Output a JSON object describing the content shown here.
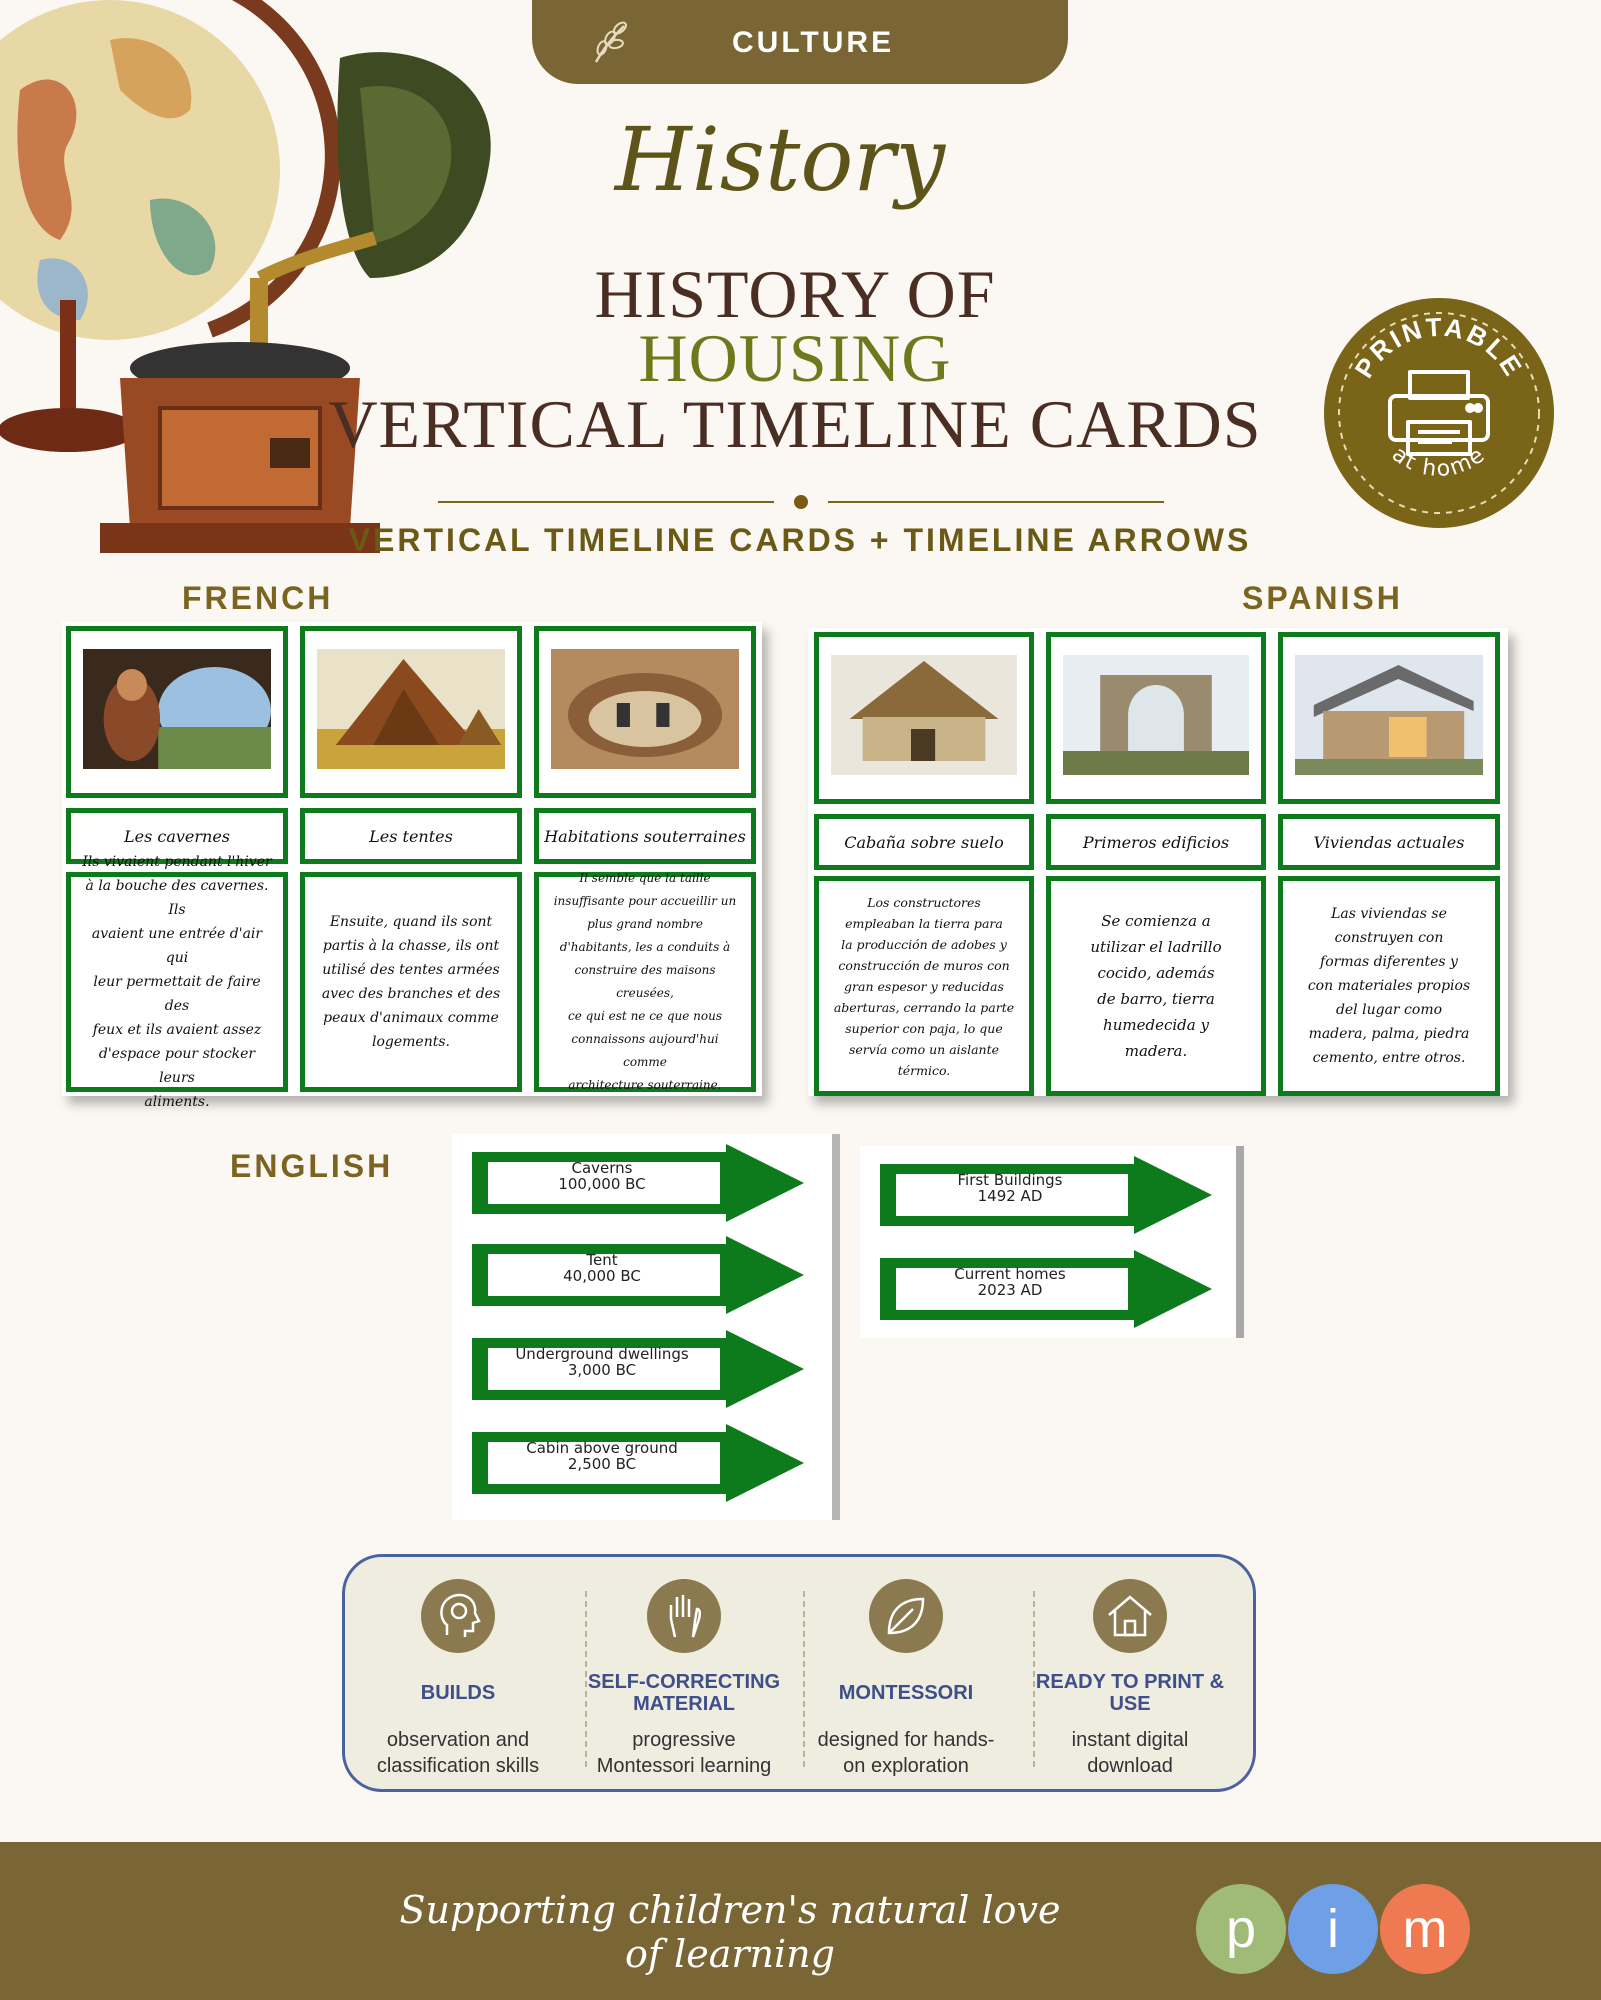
{
  "header": {
    "category": "CULTURE",
    "script_title": "History",
    "title_line_1": "HISTORY OF",
    "title_line_2": "HOUSING",
    "title_line_3": "VERTICAL TIMELINE CARDS",
    "subtitle": "VERTICAL TIMELINE CARDS + TIMELINE ARROWS"
  },
  "badge": {
    "top_text": "PRINTABLE",
    "bottom_text": "at home",
    "icon": "printer-icon"
  },
  "french": {
    "label": "FRENCH",
    "cards": [
      {
        "image": "cave-dweller-image",
        "title": "Les cavernes",
        "lines": [
          "Ils vivaient pendant l'hiver",
          "à la bouche des cavernes. Ils",
          "avaient une entrée d'air qui",
          "leur permettait de faire des",
          "feux et ils avaient assez",
          "d'espace pour stocker leurs",
          "aliments."
        ]
      },
      {
        "image": "tent-image",
        "title": "Les tentes",
        "lines": [
          "Ensuite, quand ils sont",
          "partis à la chasse, ils ont",
          "utilisé des tentes armées",
          "avec des branches et des",
          "peaux d'animaux comme",
          "logements."
        ]
      },
      {
        "image": "underground-dwelling-image",
        "title": "Habitations souterraines",
        "lines": [
          "Il semble que la taille",
          "insuffisante pour accueillir un",
          "plus grand nombre",
          "d'habitants, les a conduits à",
          "construire des maisons creusées,",
          "ce qui est ne ce que nous",
          "connaissons aujourd'hui comme",
          "architecture souterraine."
        ]
      }
    ]
  },
  "spanish": {
    "label": "SPANISH",
    "cards": [
      {
        "image": "hut-image",
        "title": "Cabaña sobre suelo",
        "lines": [
          "Los constructores",
          "empleaban la tierra para",
          "la producción de adobes y",
          "construcción de muros con",
          "gran espesor y reducidas",
          "aberturas, cerrando la parte",
          "superior con paja, lo que",
          "servía como un aislante",
          "térmico."
        ]
      },
      {
        "image": "ruins-image",
        "title": "Primeros edificios",
        "lines": [
          "Se comienza a",
          "utilizar el ladrillo",
          "cocido, además",
          "de barro, tierra",
          "humedecida y",
          "madera."
        ]
      },
      {
        "image": "modern-house-image",
        "title": "Viviendas actuales",
        "lines": [
          "Las viviendas se",
          "construyen con",
          "formas diferentes y",
          "con materiales propios",
          "del lugar como",
          "madera, palma, piedra",
          "cemento, entre otros."
        ]
      }
    ]
  },
  "english": {
    "label": "ENGLISH",
    "arrows_1": [
      {
        "name": "Caverns",
        "date": "100,000 BC"
      },
      {
        "name": "Tent",
        "date": "40,000 BC"
      },
      {
        "name": "Underground dwellings",
        "date": "3,000 BC"
      },
      {
        "name": "Cabin above ground",
        "date": "2,500 BC"
      }
    ],
    "arrows_2": [
      {
        "name": "First Buildings",
        "date": "1492 AD"
      },
      {
        "name": "Current homes",
        "date": "2023 AD"
      }
    ]
  },
  "features": [
    {
      "icon": "brain-head-icon",
      "title": "BUILDS",
      "desc_1": "observation and",
      "desc_2": "classification skills"
    },
    {
      "icon": "hand-icon",
      "title": "SELF-CORRECTING MATERIAL",
      "desc_1": "progressive",
      "desc_2": "Montessori learning"
    },
    {
      "icon": "leaf-icon",
      "title": "MONTESSORI",
      "desc_1": "designed for hands-",
      "desc_2": "on exploration"
    },
    {
      "icon": "house-icon",
      "title": "READY TO PRINT & USE",
      "desc_1": "instant digital",
      "desc_2": "download"
    }
  ],
  "footer": {
    "tagline": "Supporting children's natural love of learning",
    "logo": [
      "p",
      "i",
      "m"
    ]
  },
  "colors": {
    "brown": "#7a6634",
    "card_green": "#0d7a1c",
    "olive": "#6b7a1a",
    "panel_border": "#4b62a0",
    "background": "#fbf7f2"
  }
}
